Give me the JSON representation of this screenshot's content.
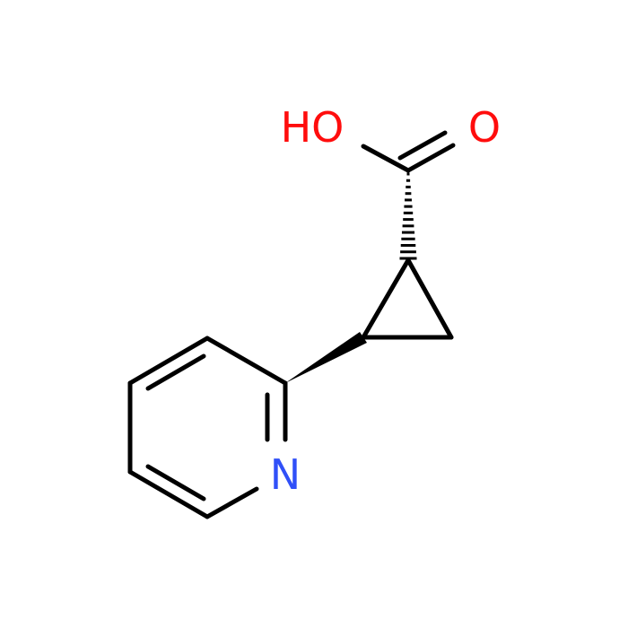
{
  "molecule": {
    "atoms": {
      "hydroxyl": {
        "label": "HO",
        "color": "#ff0d0d"
      },
      "carbonyl_oxygen": {
        "label": "O",
        "color": "#ff0d0d"
      },
      "pyridine_nitrogen": {
        "label": "N",
        "color": "#3050f8"
      }
    },
    "bond_color": "#000000",
    "stereo": {
      "carboxyl_bond": "hashed-wedge",
      "pyridyl_bond": "solid-wedge"
    }
  }
}
